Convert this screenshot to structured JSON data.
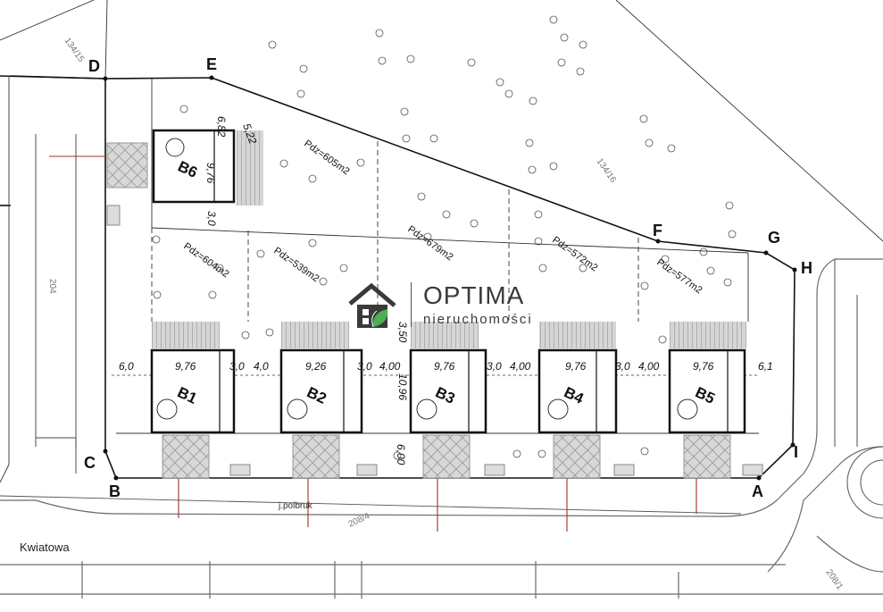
{
  "logo": {
    "brand": "OPTIMA",
    "subtitle": "nieruchomości",
    "icon": "house-leaf-icon",
    "accent": "#4caf50"
  },
  "colors": {
    "line": "#111111",
    "road": "#6b6b6b",
    "utility": "#a0321e",
    "hatch": "#bdbdbd"
  },
  "street_name": "Kwiatowa",
  "surface_note": "j.polbruk",
  "parcels": [
    "134/15",
    "134/16",
    "204",
    "208/4",
    "208/1"
  ],
  "points": [
    "A",
    "B",
    "C",
    "D",
    "E",
    "F",
    "G",
    "H",
    "I"
  ],
  "buildings": [
    "B1",
    "B2",
    "B3",
    "B4",
    "B5",
    "B6"
  ],
  "plot_areas": [
    "Pdz=605m2",
    "Pdz=604m2",
    "Pdz=539m2",
    "Pdz=679m2",
    "Pdz=572m2",
    "Pdz=577m2"
  ],
  "dimensions": {
    "row": [
      "6,0",
      "9,76",
      "3,0",
      "4,0",
      "9,26",
      "3,0",
      "4,00",
      "9,76",
      "3,0",
      "4,00",
      "9,76",
      "3,0",
      "4,00",
      "9,76",
      "6,1"
    ],
    "b6_top": "6,82",
    "b6_diag": "5,22",
    "b6_side": "9,76",
    "b6_gap": "3,0",
    "vertical_1": "3,50",
    "vertical_2": "10,96",
    "vertical_3": "6,00"
  }
}
